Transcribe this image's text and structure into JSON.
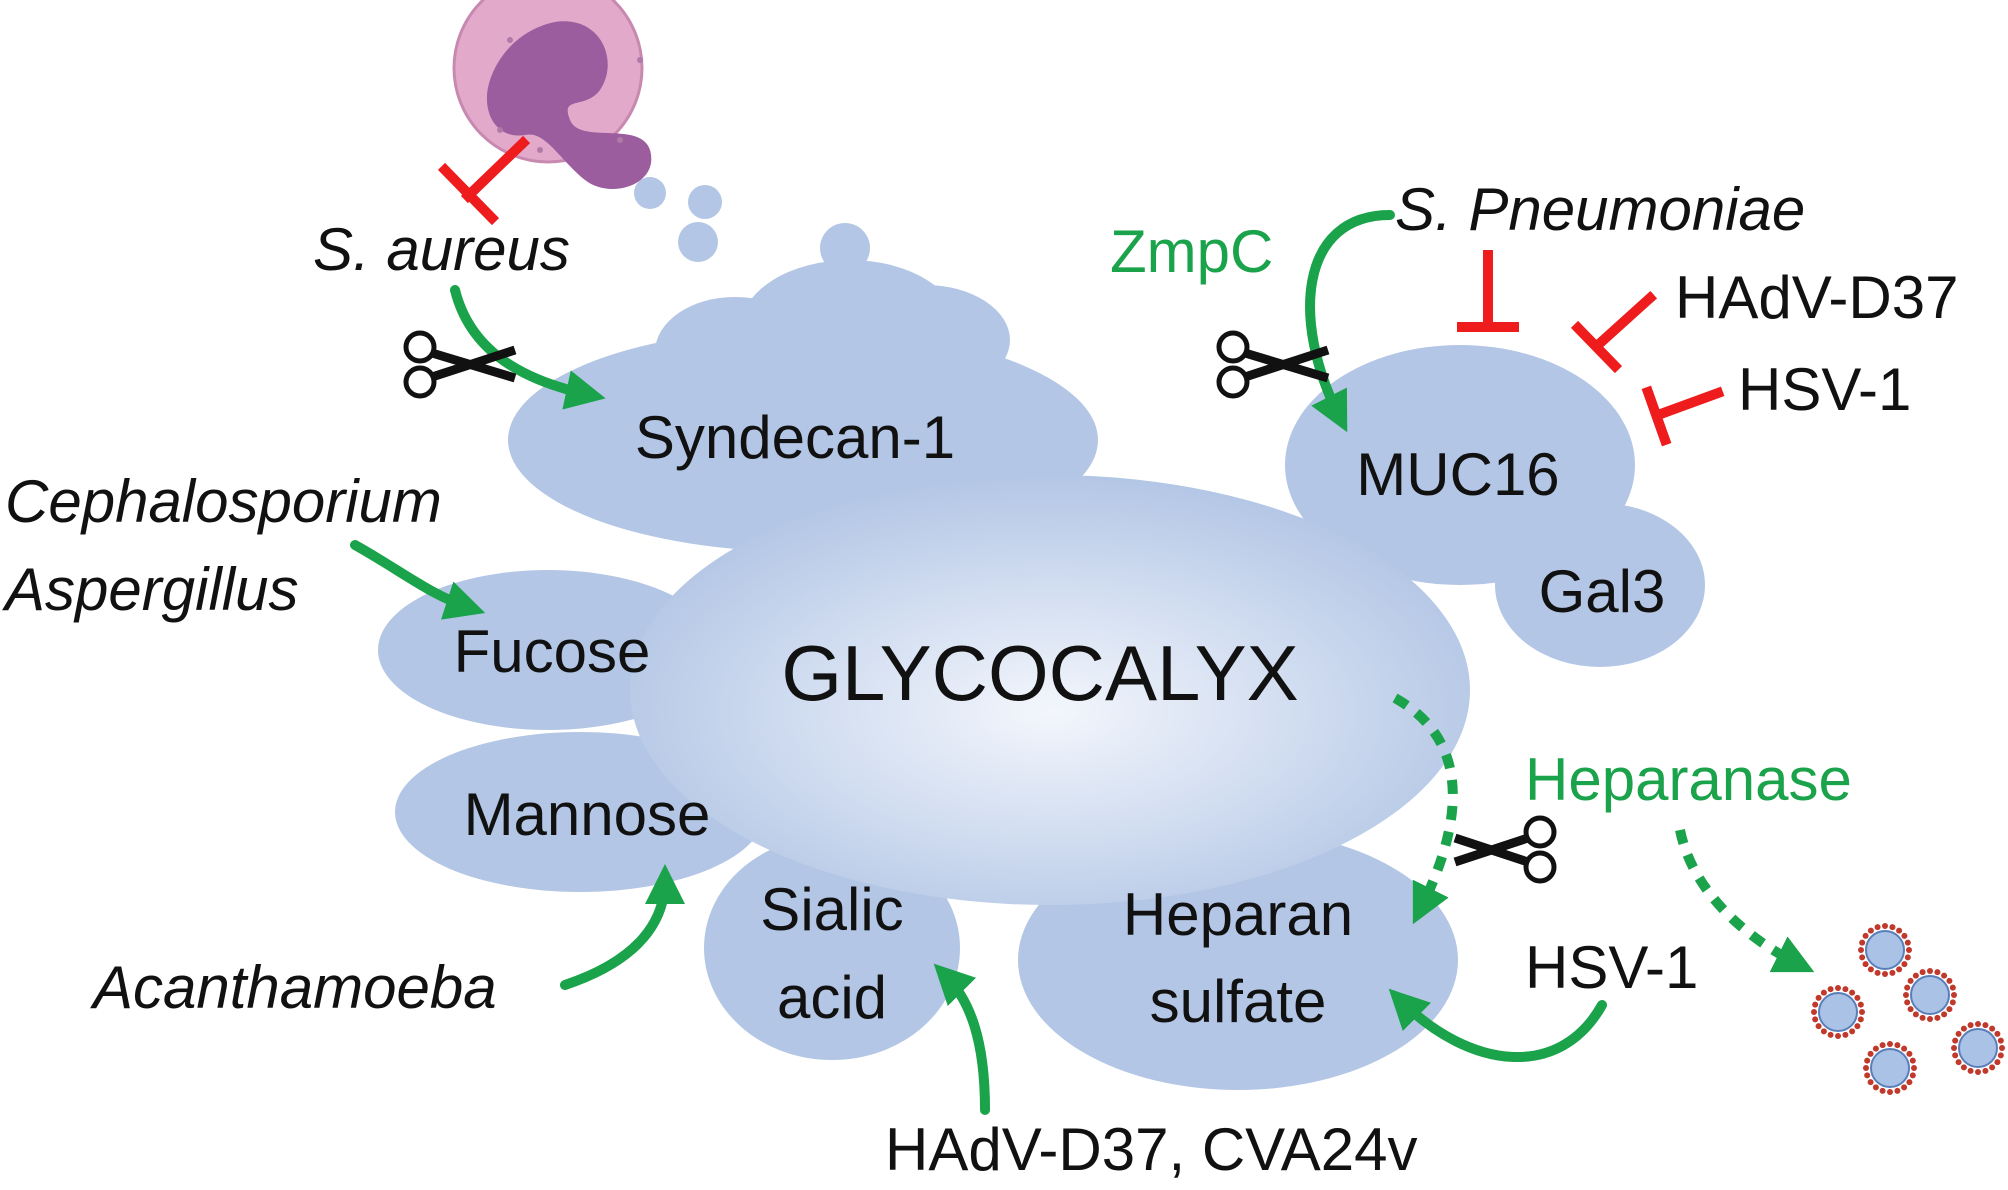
{
  "center": {
    "label": "GLYCOCALYX"
  },
  "components": {
    "syndecan": "Syndecan-1",
    "muc16": "MUC16",
    "gal3": "Gal3",
    "fucose": "Fucose",
    "mannose": "Mannose",
    "sialic_line1": "Sialic",
    "sialic_line2": "acid",
    "heparan_line1": "Heparan",
    "heparan_line2": "sulfate"
  },
  "agents": {
    "s_aureus": "S. aureus",
    "s_pneumoniae": "S. Pneumoniae",
    "zmpc": "ZmpC",
    "hadv_d37": "HAdV-D37",
    "hsv1_top": "HSV-1",
    "cephalosporium": "Cephalosporium",
    "aspergillus": "Aspergillus",
    "acanthamoeba": "Acanthamoeba",
    "heparanase": "Heparanase",
    "hsv1_bottom": "HSV-1",
    "hadv_cva": "HAdV-D37, CVA24v"
  },
  "colors": {
    "blob": "#b3c6e5",
    "activate": "#1aa34a",
    "inhibit": "#ee1c1c",
    "cell": "#e3a9cb",
    "nucleus": "#9b5d9e",
    "virus": "#a9c2e6",
    "spike": "#c0392b"
  },
  "icons": [
    "scissors-icon",
    "neutrophil-icon",
    "virus-particle-icon"
  ]
}
